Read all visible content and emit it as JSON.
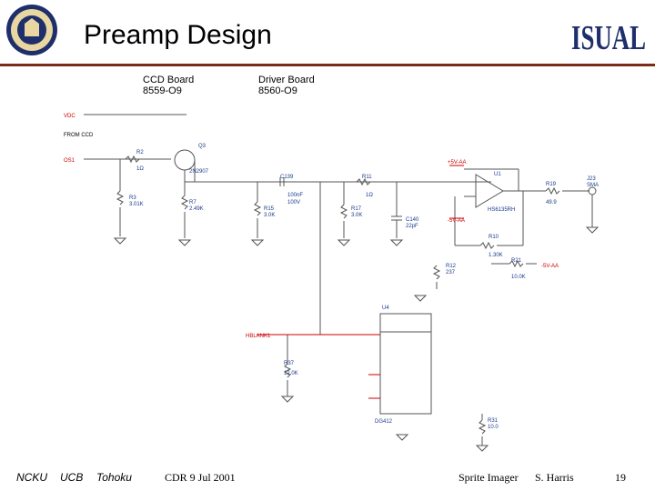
{
  "slide": {
    "title": "Preamp Design",
    "logo_left": "seal-logo",
    "logo_right": "ISUAL"
  },
  "boards": {
    "ccd_board": "CCD Board",
    "ccd_part": "8559-O9",
    "driver_board": "Driver Board",
    "driver_part": "8560-O9"
  },
  "schematic": {
    "vdc": "VDC",
    "from_ccd": "FROM CCD",
    "os1": "OS1",
    "r2": "R2",
    "r2_val": "1Ω",
    "q3": "Q3",
    "q3_part": "2N2907",
    "r3": "R3",
    "r3_val": "3.01K",
    "r7": "R7",
    "r7_val": "2.49K",
    "r15": "R15",
    "r15_val": "3.0K",
    "c139": "C139",
    "c139_val1": "100nF",
    "c139_val2": "100V",
    "r11": "R11",
    "r11_val": "1Ω",
    "r17": "R17",
    "r17_val": "3.0K",
    "c140": "C140",
    "c140_val": "22pF",
    "pos5va": "+5V-AA",
    "neg5va": "-5V-AA",
    "u1": "U1",
    "u1_part": "HS6135RH",
    "r19": "R19",
    "r19_val": "49.9",
    "j23": "J23",
    "j23_sub": "SMA",
    "r10": "R10",
    "r10_val": "1.30K",
    "r12": "R12",
    "r12_val": "237",
    "r21": "R21",
    "r21_val": "10.0K",
    "neg5va2": "-5V-AA",
    "u4": "U4",
    "hblank": "HBLANK1",
    "r37": "R37",
    "r37_val": "12.0K",
    "r31": "R31",
    "r31_val": "10.0",
    "dg": "DG412"
  },
  "footer": {
    "ncku": "NCKU",
    "ucb": "UCB",
    "tohoku": "Tohoku",
    "date": "CDR 9 Jul 2001",
    "instrument": "Sprite Imager",
    "author": "S. Harris",
    "page": "19"
  },
  "colors": {
    "rule": "#7a2c1a",
    "signal_red": "#cc0000",
    "wire_gray": "#555555",
    "part_blue": "#1a3a8a",
    "isual_navy": "#1f2f6b"
  }
}
